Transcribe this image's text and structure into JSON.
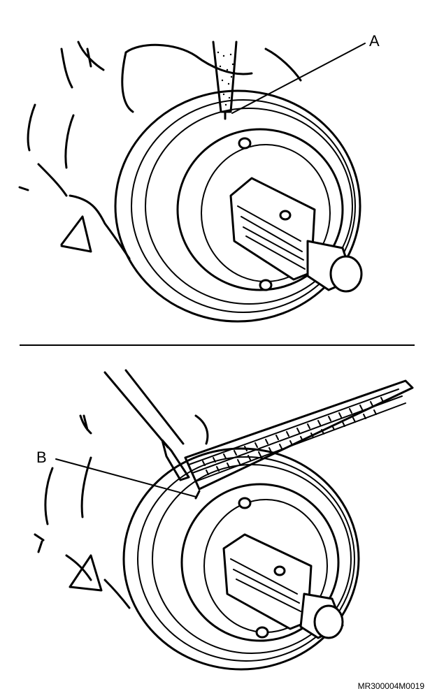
{
  "labels": {
    "callout_a": "A",
    "callout_b": "B"
  },
  "reference_code": "MR300004M0019"
}
